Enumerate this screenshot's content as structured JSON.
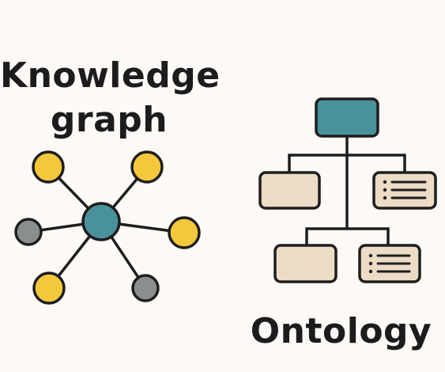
{
  "knowledge_graph": {
    "title_line1": "Knowledge",
    "title_line2": "graph",
    "colors": {
      "hub": "#4a929b",
      "yellow": "#f5c83c",
      "gray": "#8a8f8e",
      "stroke": "#1e1e1e"
    }
  },
  "ontology": {
    "title": "Ontology",
    "colors": {
      "root": "#4a929b",
      "box": "#ecdcc6",
      "stroke": "#1e1e1e"
    }
  }
}
